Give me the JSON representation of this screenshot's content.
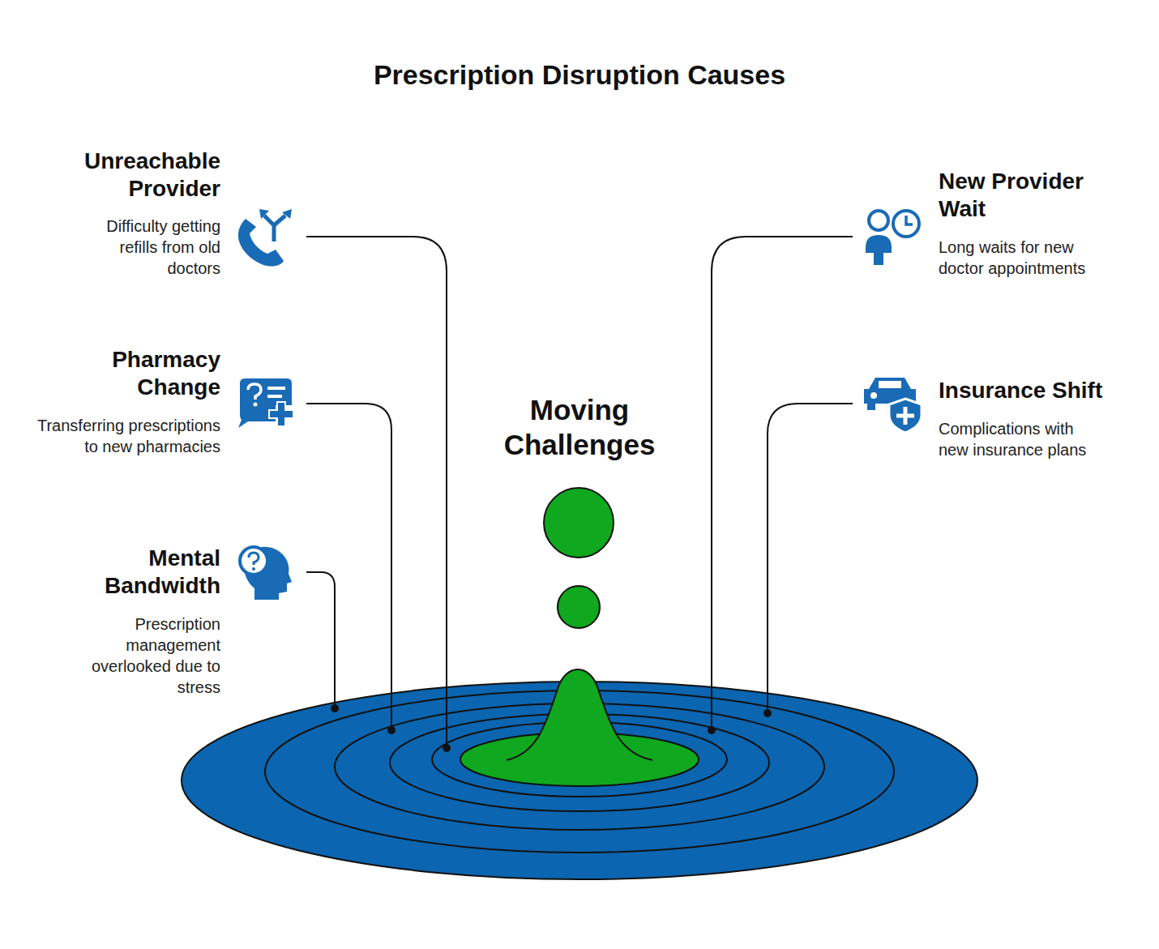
{
  "diagram": {
    "title": "Prescription Disruption Causes",
    "labels": [
      "Unreachable Provider",
      "Difficulty getting refills from old doctors",
      "New Provider Wait",
      "Long waits for new doctor appointments",
      "Pharmacy Change",
      "Transferring prescriptions to new pharmacies",
      "Moving Challenges",
      "Insurance Shift",
      "Complications with new insurance plans",
      "Mental Bandwidth",
      "Prescription management overlooked due to stress"
    ]
  }
}
